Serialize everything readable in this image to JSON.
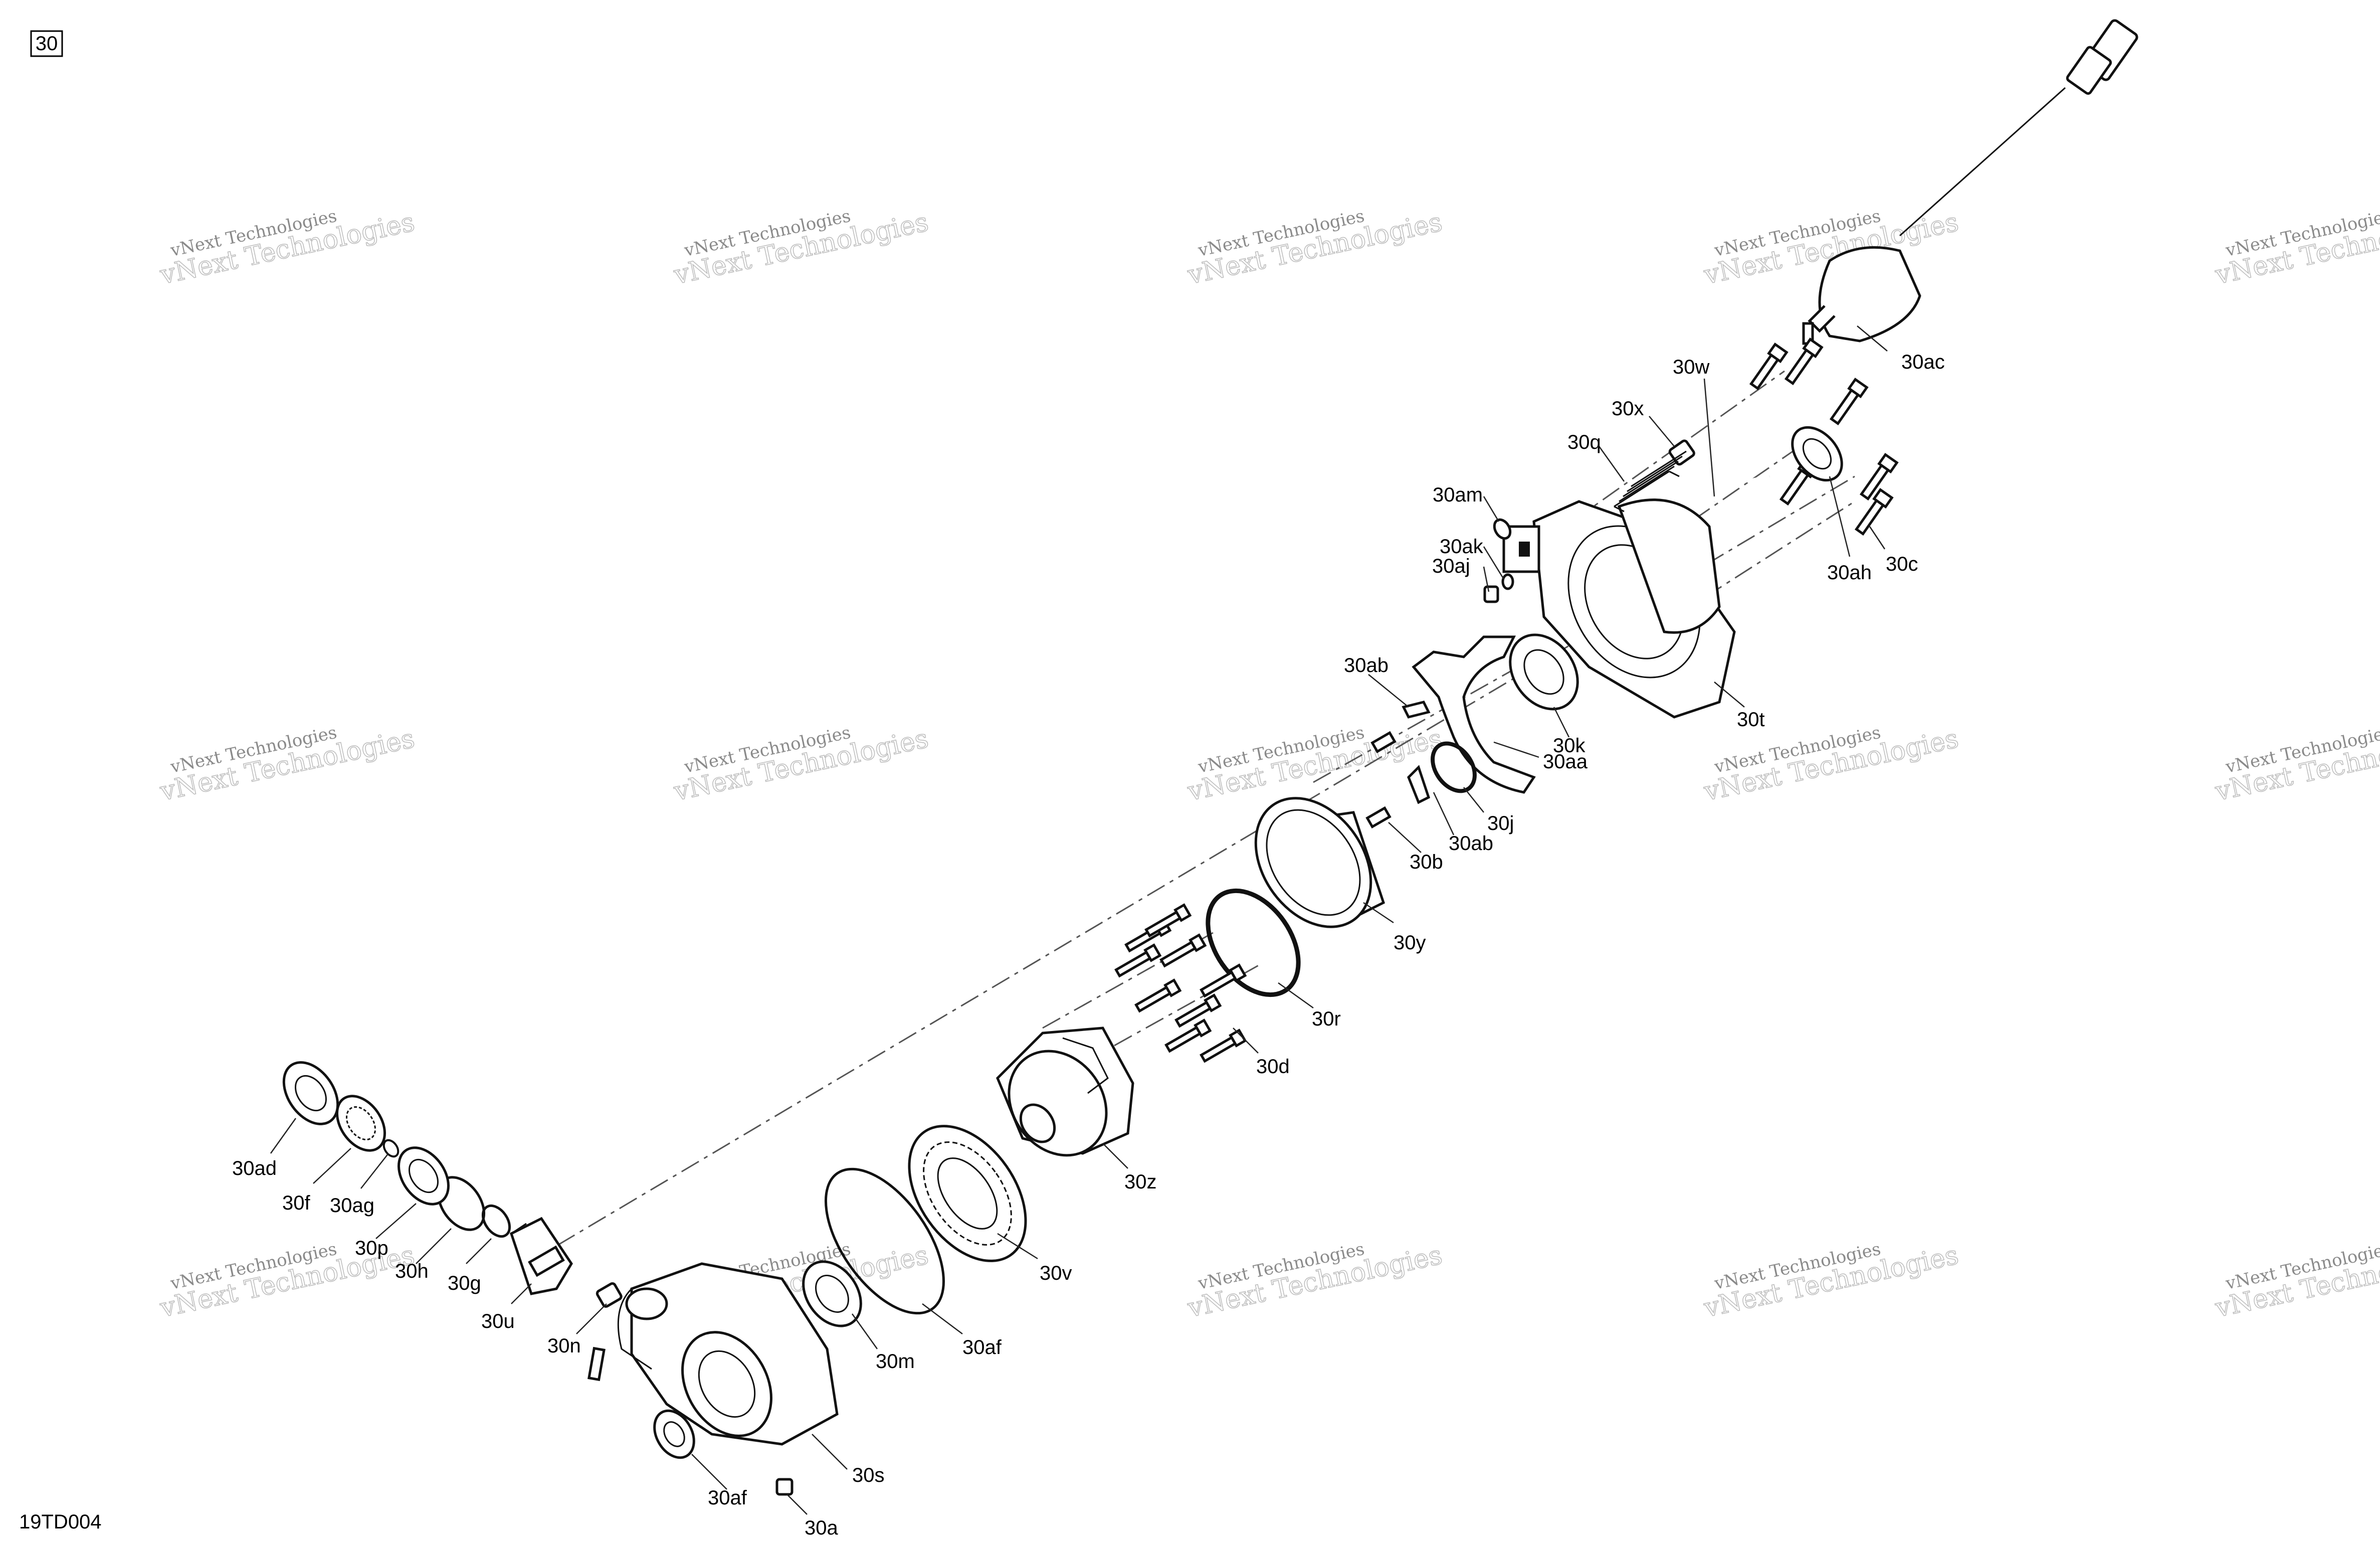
{
  "diagram": {
    "page_number": "30",
    "drawing_code": "19TD004",
    "watermark_line1": "vNext Technologies",
    "watermark_line2": "vNext Technologies",
    "part_labels": {
      "30a": "30a",
      "30b": "30b",
      "30c": "30c",
      "30d": "30d",
      "30f": "30f",
      "30g": "30g",
      "30h": "30h",
      "30j": "30j",
      "30k": "30k",
      "30m": "30m",
      "30n": "30n",
      "30p": "30p",
      "30q": "30q",
      "30r": "30r",
      "30s": "30s",
      "30t": "30t",
      "30u": "30u",
      "30v": "30v",
      "30w": "30w",
      "30x": "30x",
      "30y": "30y",
      "30z": "30z",
      "30aa": "30aa",
      "30ab_upper": "30ab",
      "30ab_lower": "30ab",
      "30ac": "30ac",
      "30ad": "30ad",
      "30af_left": "30af",
      "30af_bottom": "30af",
      "30ag": "30ag",
      "30ah": "30ah",
      "30aj": "30aj",
      "30ak": "30ak",
      "30am": "30am"
    }
  }
}
